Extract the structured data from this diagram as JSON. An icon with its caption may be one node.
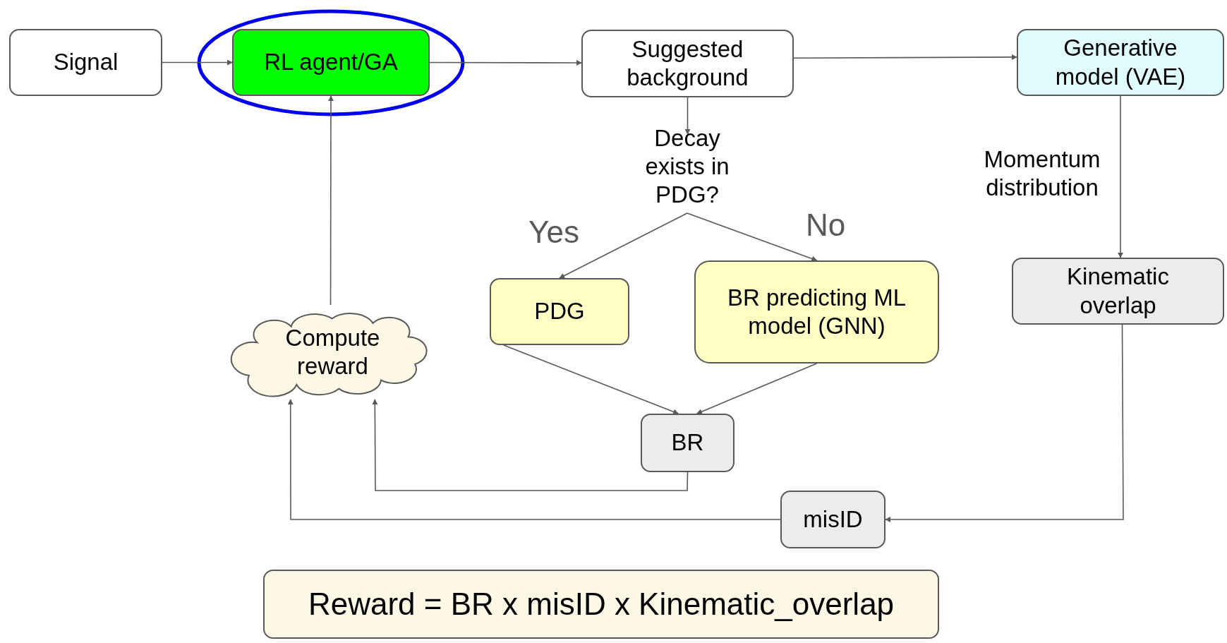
{
  "diagram": {
    "nodes": [
      {
        "text": [
          "Signal"
        ]
      },
      {
        "text": [],
        "shape": "ellipse"
      },
      {
        "text": [
          "RL agent/GA"
        ],
        "in": 1
      },
      {
        "text": [
          "Suggested background"
        ]
      },
      {
        "text": [
          "Generative model (VAE)"
        ]
      },
      {
        "text": [
          "Decay exists in PDG?"
        ]
      },
      {
        "text": [
          "Compute reward"
        ]
      },
      {
        "text": [
          "PDG"
        ]
      },
      {
        "text": [
          "BR predicting ML model (GNN)"
        ]
      },
      {
        "text": [
          "Kinematic overlap"
        ]
      },
      {
        "text": [
          "BR"
        ]
      },
      {
        "text": [
          "misID"
        ]
      },
      {
        "text": [
          "Reward = BR x misID x Kinematic_overlap"
        ]
      }
    ],
    "edges": [
      {
        "from": 0,
        "to": 2,
        "arrow": "to"
      },
      {
        "from": 2,
        "to": 3,
        "arrow": "to"
      },
      {
        "from": 3,
        "to": 4,
        "arrow": "to"
      },
      {
        "from": 3,
        "to": 5,
        "arrow": "to"
      },
      {
        "from": 5,
        "to": 7,
        "label": "Yes",
        "arrow": "to"
      },
      {
        "from": 5,
        "to": 8,
        "label": "No",
        "arrow": "to"
      },
      {
        "from": 4,
        "to": 9,
        "label": "Momentum distribution",
        "arrow": "to"
      },
      {
        "from": 7,
        "to": 10,
        "arrow": "to"
      },
      {
        "from": 8,
        "to": 10,
        "arrow": "to"
      },
      {
        "from": 10,
        "to": 6,
        "arrow": "to"
      },
      {
        "from": 9,
        "to": 11,
        "arrow": "to"
      },
      {
        "from": 11,
        "to": 6,
        "arrow": "to"
      },
      {
        "from": 6,
        "to": 2,
        "arrow": "to"
      }
    ]
  }
}
